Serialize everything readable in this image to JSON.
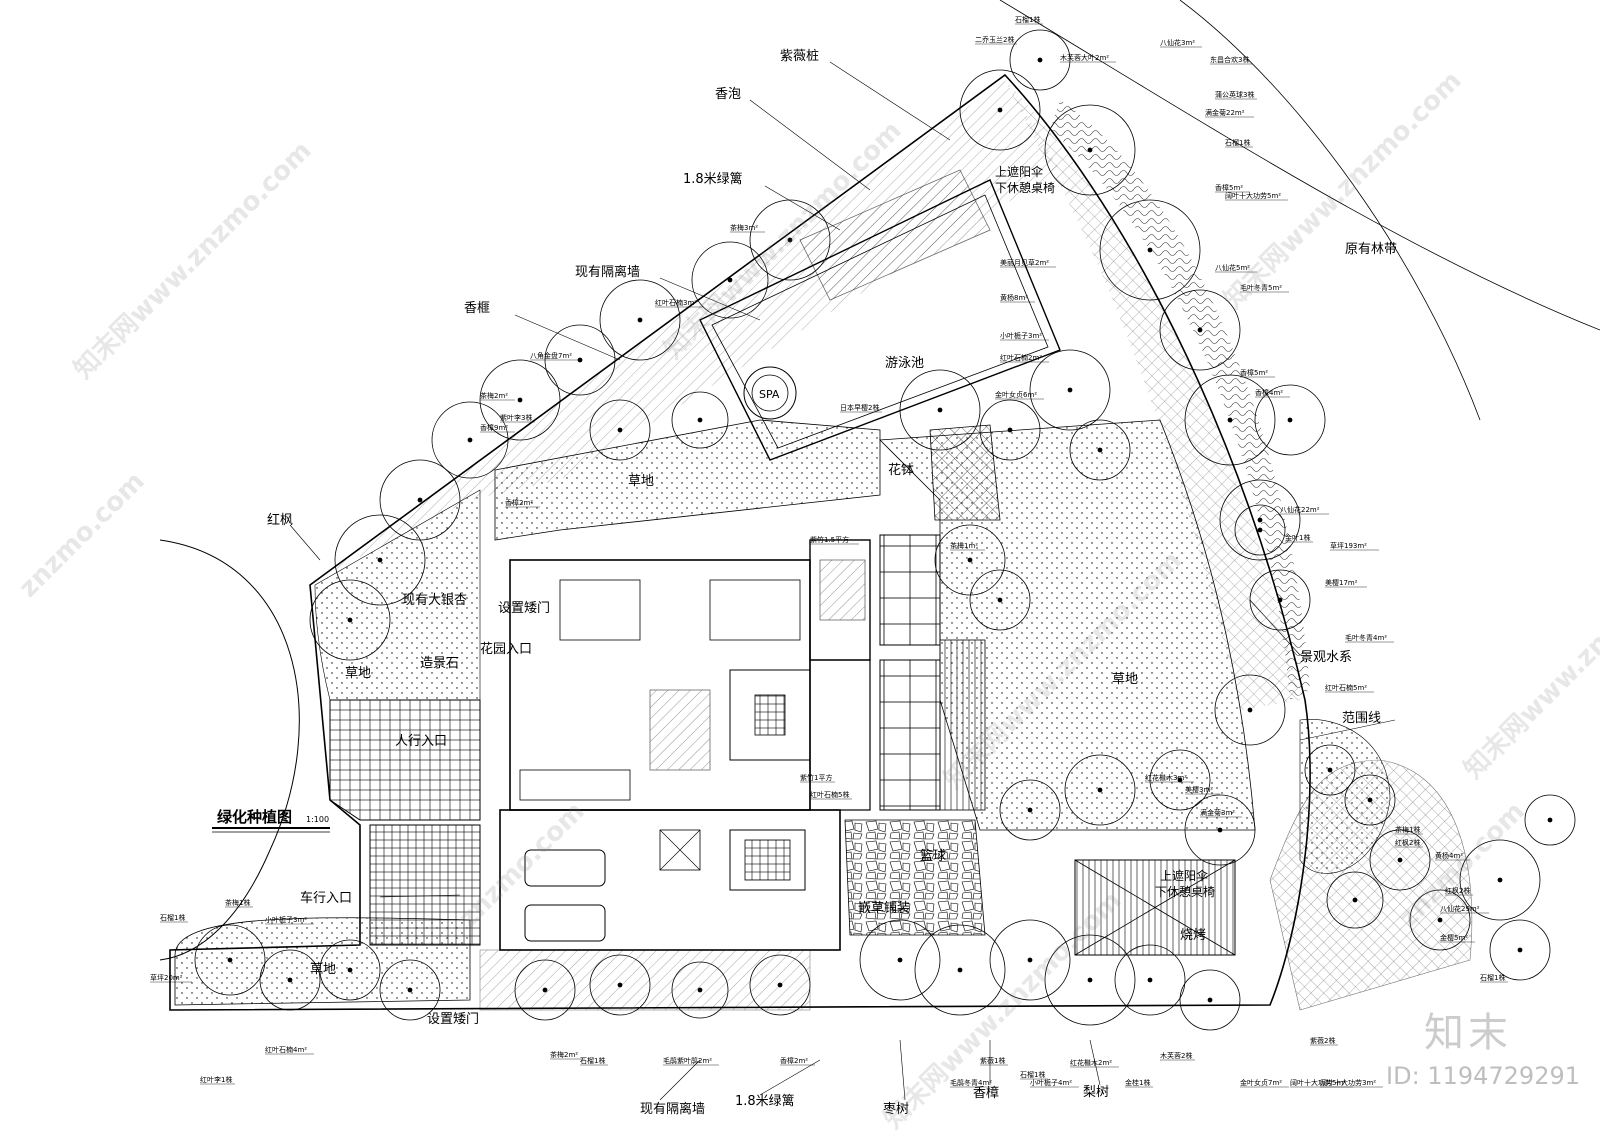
{
  "drawing": {
    "title": "绿化种植图",
    "scale": "1:100"
  },
  "labels": {
    "ziweizhuang": "紫薇桩",
    "xiangpao": "香泡",
    "green_fence_top": "1.8米绿篱",
    "existing_wall_top": "现有隔离墙",
    "xiangfei": "香榧",
    "hongfeng": "红枫",
    "ginkgo": "现有大银杏",
    "rockery": "造景石",
    "lawn_left": "草地",
    "garden_entrance": "花园入口",
    "short_gate_top": "设置矮门",
    "pedestrian_entrance": "人行入口",
    "pool": "游泳池",
    "spa": "SPA",
    "lawn_mid": "草地",
    "flower_bowl": "花钵",
    "lawn_right": "草地",
    "forest_belt": "原有林带",
    "water_feature": "景观水系",
    "boundary": "范围线",
    "umbrella_top": "上遮阳伞",
    "umbrella_bottom": "下休憩桌椅",
    "umbrella2_top": "上遮阳伞",
    "umbrella2_bottom": "下休憩桌椅",
    "bbq": "烧烤",
    "basketball": "篮球",
    "grass_paving": "嵌草铺装",
    "vehicle_entrance": "车行入口",
    "lawn_bottom": "草地",
    "short_gate_bottom": "设置矮门",
    "existing_wall_bottom": "现有隔离墙",
    "green_fence_bottom": "1.8米绿篱",
    "jujube": "枣树",
    "camphor": "香樟",
    "pear": "梨树"
  },
  "small_labels": [
    "石榴1株",
    "二乔玉兰2株",
    "木芙蓉大叶2m²",
    "八仙花3m²",
    "东昌合欢3株",
    "蒲公英球3株",
    "满金菊22m²",
    "石榴1株",
    "香樟5m²",
    "阔叶十大功劳5m²",
    "八仙花5m²",
    "毛叶冬青5m²",
    "香樟5m²",
    "香樟4m²",
    "八仙花22m²",
    "金叶1株",
    "草坪193m²",
    "美樱17m²",
    "毛叶冬青4m²",
    "红叶石楠5m²",
    "满金菊3m²",
    "美樱3m²",
    "红花檵木3m²",
    "茶梅1株",
    "红枫2株",
    "黄杨4m²",
    "红枫2株",
    "八仙花29m²",
    "石榴1株",
    "金樱5m²",
    "阔叶十大功劳5m²",
    "美丽月见草2m²",
    "黄杨8m²",
    "小叶栀子3m²",
    "红叶石楠2m²",
    "金叶女贞6m²",
    "日本早樱2株",
    "茶梅3m²",
    "红叶石楠3m²",
    "八角金盘7m²",
    "茶梅2m²",
    "紫叶李3株",
    "香樟9m²",
    "茶梅1m²",
    "紫竹1.5平方",
    "紫竹1平方",
    "红叶石楠5株",
    "香樟2m²",
    "草坪20m²",
    "石榴1株",
    "茶梅1株",
    "小叶栀子3m²",
    "红叶石楠4m²",
    "红叶李1株",
    "茶梅2m²",
    "石榴1株",
    "毛鹃紫叶鹃2m²",
    "香樟2m²",
    "紫薇1株",
    "毛鹃冬青4m²",
    "小叶栀子4m²",
    "石榴1株",
    "红花檵木2m²",
    "金叶女贞7m²",
    "金桂1株",
    "木芙蓉2株",
    "紫薇2株",
    "阔叶十大功劳3m²"
  ],
  "watermarks": [
    "知末网www.znzmo.com",
    "znzmo.com"
  ],
  "brand": "知末",
  "image_id": "ID: 1194729291"
}
